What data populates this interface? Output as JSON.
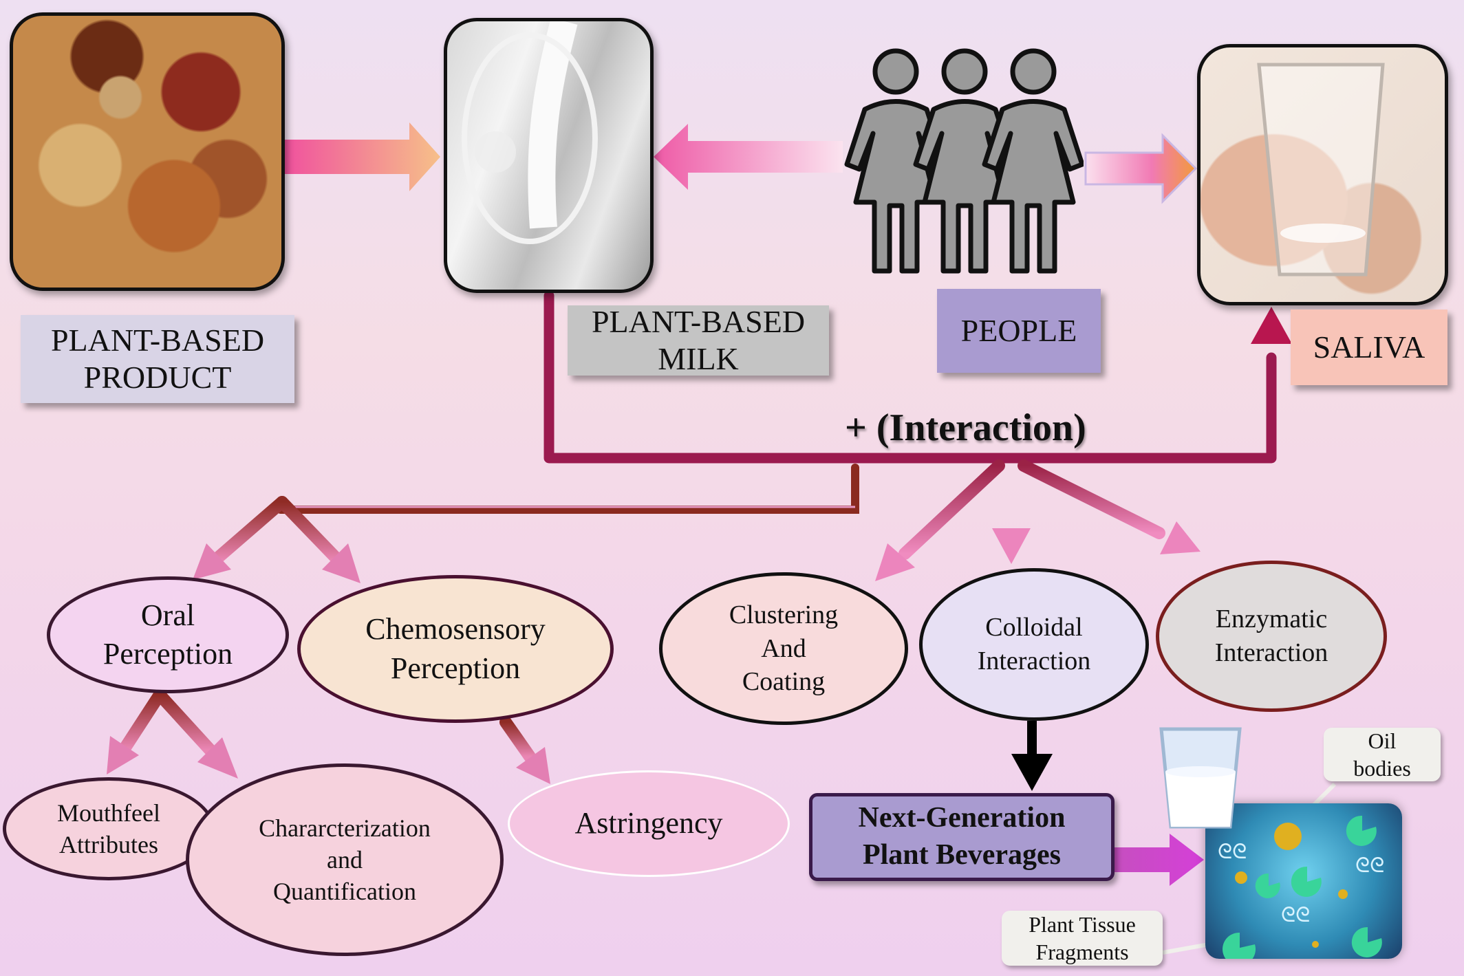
{
  "labels": {
    "product": "PLANT-BASED\nPRODUCT",
    "milk": "PLANT-BASED\nMILK",
    "people": "PEOPLE",
    "saliva": "SALIVA",
    "interaction": "+ (Interaction)"
  },
  "nodes": {
    "oral_perception": "Oral\nPerception",
    "chemosensory_perception": "Chemosensory\nPerception",
    "mouthfeel_attributes": "Mouthfeel\nAttributes",
    "characterization": "Chararcterization\nand\nQuantification",
    "astringency": "Astringency",
    "clustering": "Clustering\nAnd\nCoating",
    "colloidal": "Colloidal\nInteraction",
    "enzymatic": "Enzymatic\nInteraction",
    "next_generation": "Next-Generation\nPlant Beverages"
  },
  "callouts": {
    "oil_bodies": "Oil\nbodies",
    "plant_tissue": "Plant Tissue\nFragments"
  },
  "colors": {
    "connector": "#9b1a4f",
    "arrow_pink": "#f06aa8",
    "label_product_bg": "#d9d4e6",
    "label_milk_bg": "#c4c4c4",
    "label_people_bg": "#a99bd0",
    "label_saliva_bg": "#f8c4b8",
    "beverage_box_bg": "#a99bd0"
  }
}
